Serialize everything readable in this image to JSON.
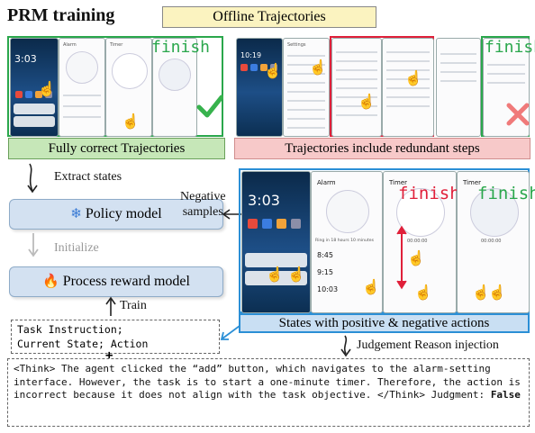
{
  "title": "PRM training",
  "offline_label": "Offline Trajectories",
  "captions": {
    "correct": "Fully correct Trajectories",
    "redundant": "Trajectories include redundant steps",
    "states": "States with positive & negative actions"
  },
  "finish_label": "finish",
  "phone_text": {
    "time_big": "3:03",
    "time_small": "10:19",
    "alarm": "Alarm",
    "timer": "Timer",
    "settings": "Settings",
    "ring_info": "Ring in 18 hours 10 minutes",
    "alarm_1": "8:45",
    "alarm_2": "9:15",
    "alarm_3": "10:03",
    "timer_value": "00:00:00"
  },
  "flow": {
    "extract_states": "Extract states",
    "policy_model": "Policy model",
    "initialize": "Initialize",
    "process_reward_model": "Process reward model",
    "train": "Train",
    "negative_samples": "Negative\nsamples",
    "judgement_reason": "Judgement Reason injection"
  },
  "task_box": {
    "line1": "Task Instruction;",
    "line2": "Current State; Action"
  },
  "plus": "+",
  "think": {
    "text": "<Think> The agent clicked the “add” button, which navigates to the alarm-setting interface. However, the task is to start a one-minute timer. Therefore, the action is incorrect because it does not align with the task objective. </Think> Judgment: ",
    "judgment": "False"
  },
  "icons": [
    "checkmark-icon",
    "cross-icon",
    "snowflake-icon",
    "fire-icon",
    "hand-pointer-icon",
    "arrow-down-icon"
  ],
  "colors": {
    "green_frame": "#2aa74c",
    "red_frame": "#e0203a",
    "blue_frame": "#2b8fd6",
    "finish_green": "#2aa74c",
    "finish_red": "#e0203a"
  }
}
